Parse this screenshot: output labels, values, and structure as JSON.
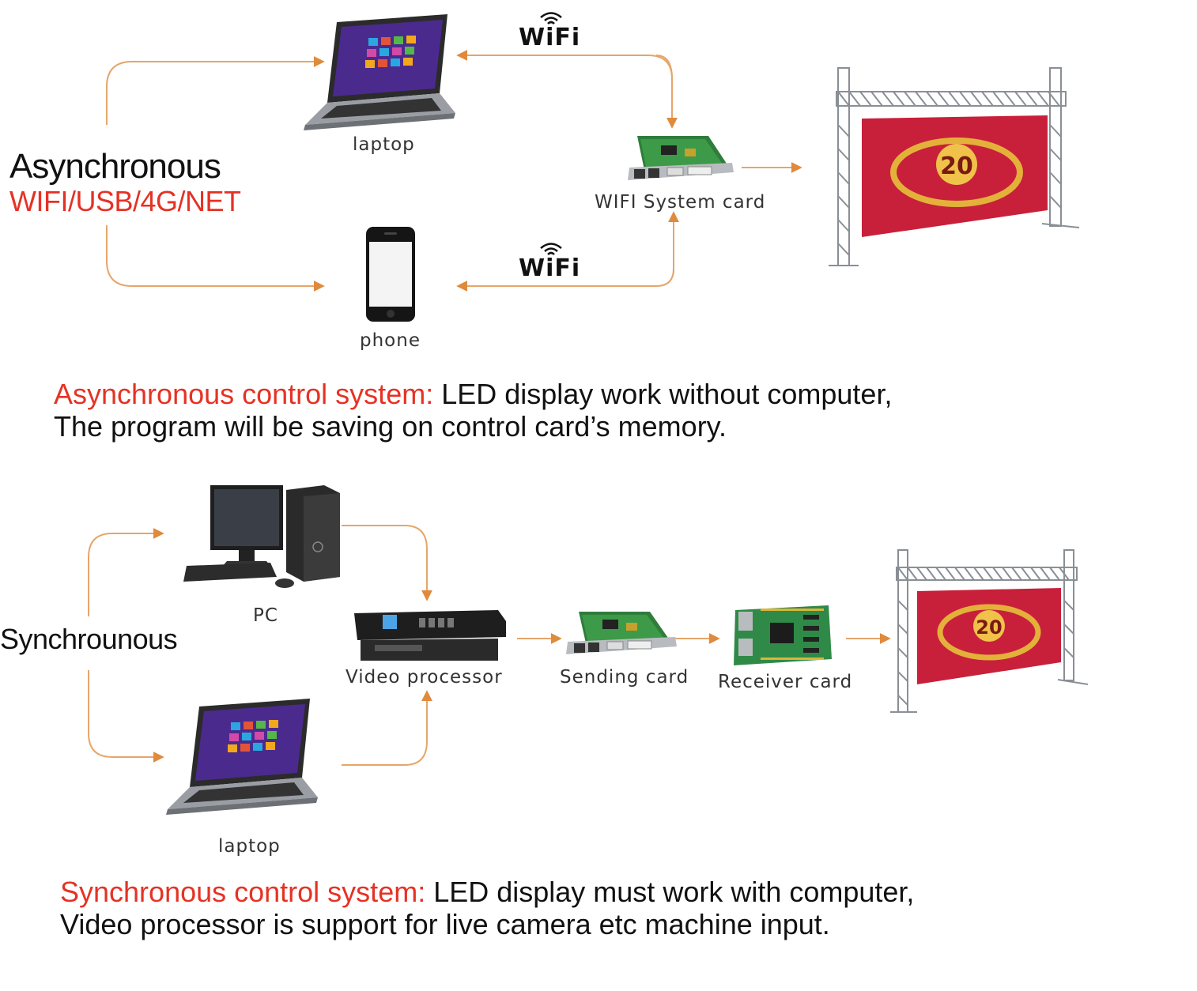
{
  "async": {
    "title": "Asynchronous",
    "subtitle": "WIFI/USB/4G/NET",
    "laptop_label": "laptop",
    "phone_label": "phone",
    "card_label": "WIFI System card",
    "wifi_top": "WiFi",
    "wifi_bottom": "WiFi",
    "desc_red": "Asynchronous control system:",
    "desc_rest": " LED display work without computer,",
    "desc_line2": "The program will be saving on control card’s memory."
  },
  "sync": {
    "title": "Synchrounous",
    "pc_label": "PC",
    "laptop_label": "laptop",
    "video_processor_label": "Video processor",
    "sending_card_label": "Sending card",
    "receiver_card_label": "Receiver card",
    "desc_red": "Synchronous control system:",
    "desc_rest": " LED display must work with computer,",
    "desc_line2": "Video processor is support for live camera etc machine input."
  },
  "colors": {
    "accent_red": "#e53224",
    "arrow_orange": "#e08a3c",
    "led_red": "#c8203a"
  },
  "icons": {
    "wifi": "wifi-icon",
    "laptop": "laptop-icon",
    "phone": "phone-icon",
    "pc": "desktop-pc-icon",
    "card": "control-card-icon",
    "video_processor": "video-processor-icon",
    "led_screen": "led-screen-truss-icon"
  }
}
